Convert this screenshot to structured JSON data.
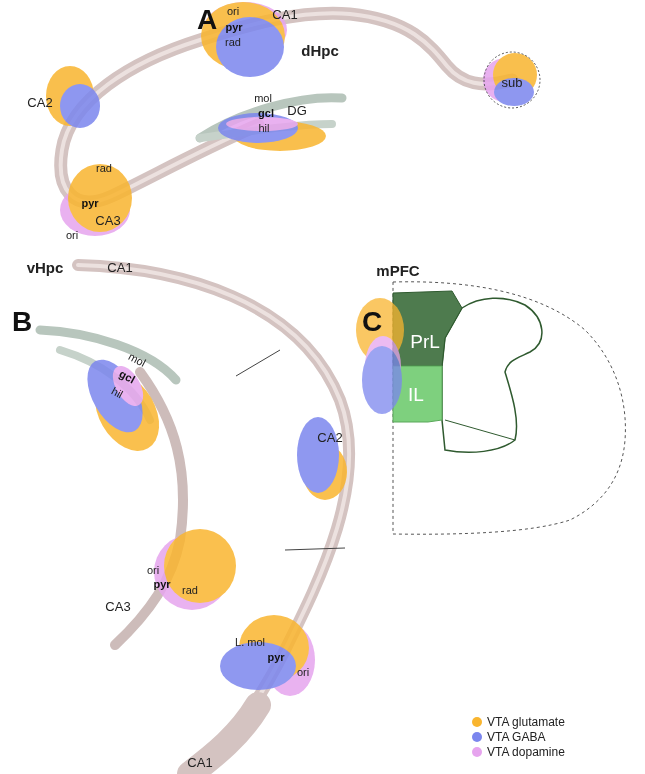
{
  "diagram": {
    "nodes": [
      {
        "text": [
          "sub"
        ]
      },
      {
        "text": [
          "mPFC"
        ]
      },
      {
        "text": [
          "PrL"
        ],
        "in": 1
      },
      {
        "text": [
          "IL"
        ],
        "in": 1
      }
    ],
    "labels": [
      "A",
      "ori",
      "CA1",
      "pyr",
      "rad",
      "dHpc",
      "mol",
      "CA2",
      "gcl",
      "DG",
      "hil",
      "rad",
      "pyr",
      "CA3",
      "ori",
      "vHpc",
      "CA1",
      "B",
      "C",
      "mol",
      "gcl",
      "hil",
      "CA2",
      "ori",
      "pyr",
      "rad",
      "CA3",
      "L. mol",
      "pyr",
      "ori",
      "CA1"
    ],
    "legend": [
      {
        "text": "VTA glutamate",
        "color": "#F9B52F"
      },
      {
        "text": "VTA GABA",
        "color": "#7B86EE"
      },
      {
        "text": "VTA dopamine",
        "color": "#E6A4EE"
      }
    ]
  }
}
